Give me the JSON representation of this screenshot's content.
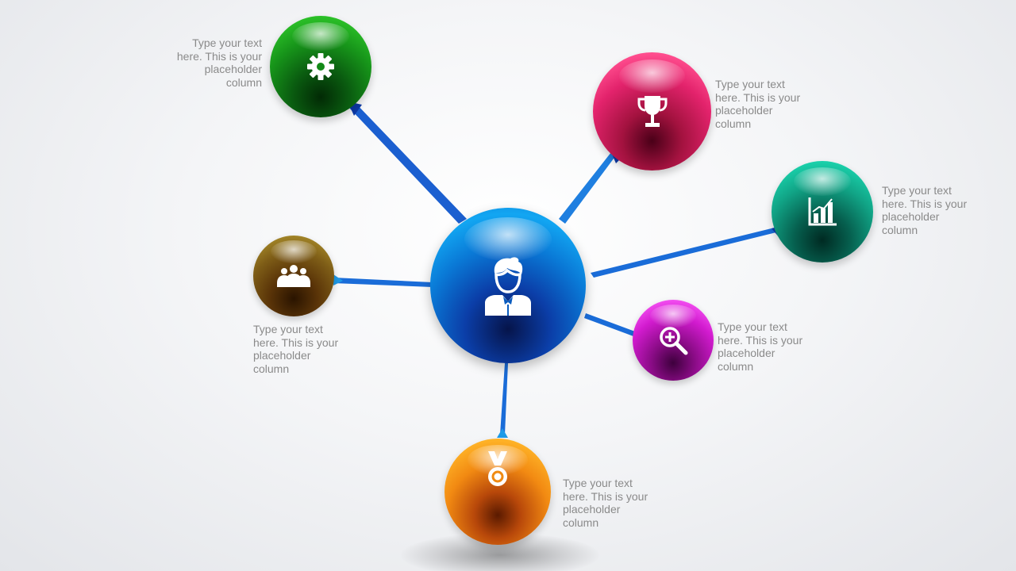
{
  "diagram": {
    "hub": {
      "name": "person",
      "icon": "person-icon",
      "color": "#0a8fe0"
    },
    "nodes": [
      {
        "key": "settings",
        "icon": "gear-icon",
        "color": "#1aa81a",
        "text": "Type your text\nhere. This is your\nplaceholder\ncolumn"
      },
      {
        "key": "trophy",
        "icon": "trophy-icon",
        "color": "#e8226e",
        "text": "Type your text\nhere. This is your\nplaceholder\ncolumn"
      },
      {
        "key": "chart",
        "icon": "bar-chart-icon",
        "color": "#13a88a",
        "text": "Type your text\nhere. This is your\nplaceholder\ncolumn"
      },
      {
        "key": "team",
        "icon": "team-icon",
        "color": "#7a5a18",
        "text": "Type your text\nhere. This is your\nplaceholder\ncolumn"
      },
      {
        "key": "zoom",
        "icon": "zoom-in-icon",
        "color": "#d61ad0",
        "text": "Type your text\nhere. This is your\nplaceholder\ncolumn"
      },
      {
        "key": "award",
        "icon": "medal-icon",
        "color": "#f7940e",
        "text": "Type your text\nhere. This is your\nplaceholder\ncolumn"
      }
    ],
    "connector_color": "#1e88e5"
  }
}
